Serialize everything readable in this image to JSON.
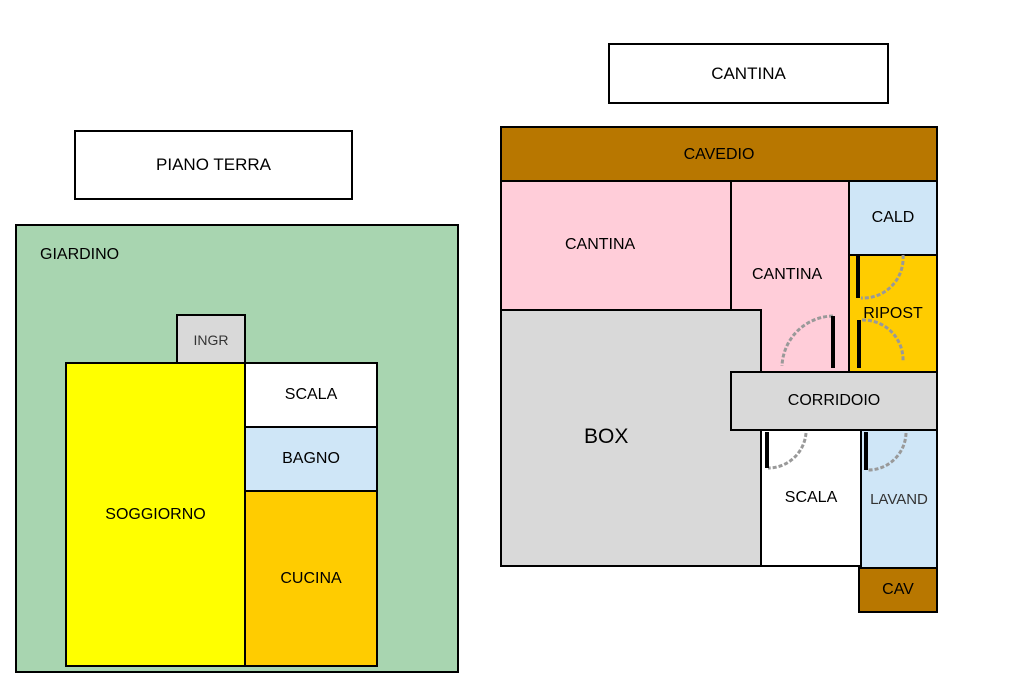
{
  "colors": {
    "giardino": "#a8d5b0",
    "soggiorno": "#ffff00",
    "cucina": "#ffcc00",
    "bagno": "#cfe6f7",
    "ingr": "#d9d9d9",
    "cantina": "#ffcdd9",
    "box": "#d9d9d9",
    "cavedio": "#b87700",
    "corridoio": "#d9d9d9",
    "ripost": "#ffcc00",
    "cald": "#cfe6f7",
    "lavand": "#cfe6f7"
  },
  "ground_floor": {
    "title": "PIANO TERRA",
    "rooms": {
      "giardino": "GIARDINO",
      "ingr": "INGR",
      "soggiorno": "SOGGIORNO",
      "scala": "SCALA",
      "bagno": "BAGNO",
      "cucina": "CUCINA"
    }
  },
  "basement": {
    "title": "CANTINA",
    "rooms": {
      "cavedio": "CAVEDIO",
      "cantina_left": "CANTINA",
      "cantina_right": "CANTINA",
      "cald": "CALD",
      "ripost": "RIPOST",
      "box": "BOX",
      "corridoio": "CORRIDOIO",
      "scala": "SCALA",
      "lavand": "LAVAND",
      "cav": "CAV"
    }
  }
}
